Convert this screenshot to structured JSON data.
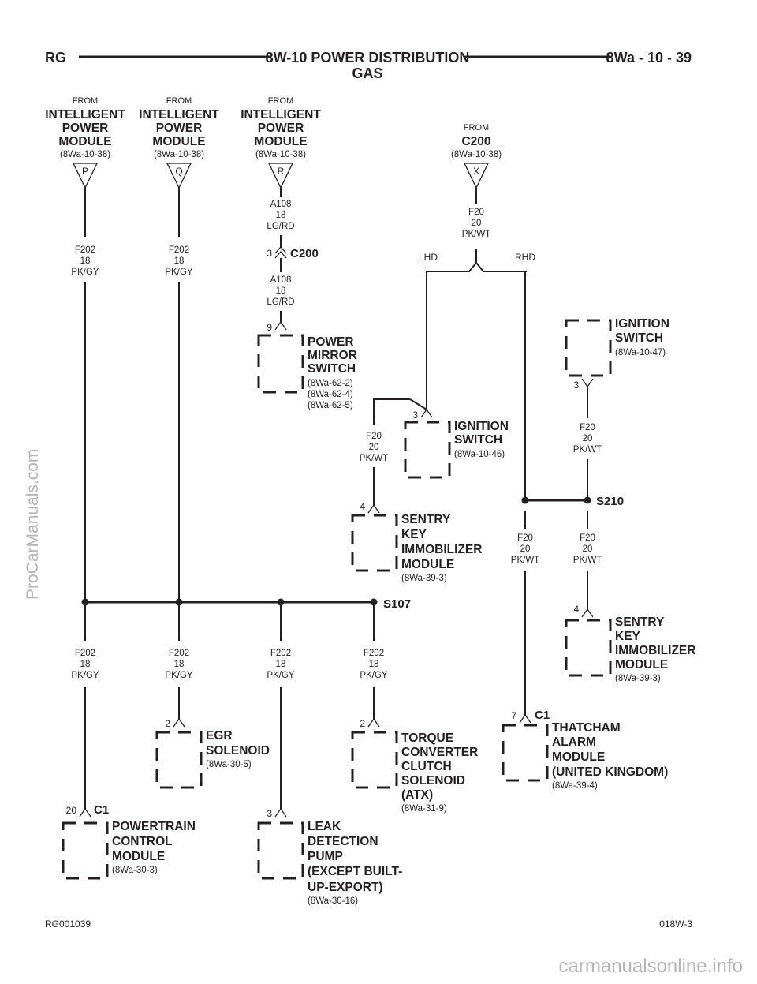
{
  "header": {
    "left": "RG",
    "title_line1": "8W-10 POWER DISTRIBUTION",
    "title_line2": "GAS",
    "right": "8Wa - 10 - 39"
  },
  "footer": {
    "left": "RG001039",
    "right": "018W-3"
  },
  "watermarks": {
    "side": "ProCarManuals.com",
    "bottom": "carmanualsonline.info"
  },
  "sources": [
    {
      "from": "FROM",
      "name": [
        "INTELLIGENT",
        "POWER",
        "MODULE"
      ],
      "ref": "(8Wa-10-38)",
      "pin": "P"
    },
    {
      "from": "FROM",
      "name": [
        "INTELLIGENT",
        "POWER",
        "MODULE"
      ],
      "ref": "(8Wa-10-38)",
      "pin": "Q"
    },
    {
      "from": "FROM",
      "name": [
        "INTELLIGENT",
        "POWER",
        "MODULE"
      ],
      "ref": "(8Wa-10-38)",
      "pin": "R"
    },
    {
      "from": "FROM",
      "name": [
        "C200"
      ],
      "ref": "(8Wa-10-38)",
      "pin": "X"
    }
  ],
  "wires": {
    "f202_p": [
      "F202",
      "18",
      "PK/GY"
    ],
    "f202_q": [
      "F202",
      "18",
      "PK/GY"
    ],
    "a108_top": [
      "A108",
      "18",
      "LG/RD"
    ],
    "a108_bot": [
      "A108",
      "18",
      "LG/RD"
    ],
    "f20_top": [
      "F20",
      "20",
      "PK/WT"
    ],
    "f20_lhd": [
      "F20",
      "20",
      "PK/WT"
    ],
    "f20_ign_right": [
      "F20",
      "20",
      "PK/WT"
    ],
    "f20_rhd": [
      "F20",
      "20",
      "PK/WT"
    ],
    "f20_s210": [
      "F20",
      "20",
      "PK/WT"
    ],
    "f202_b1": [
      "F202",
      "18",
      "PK/GY"
    ],
    "f202_b2": [
      "F202",
      "18",
      "PK/GY"
    ],
    "f202_b3": [
      "F202",
      "18",
      "PK/GY"
    ],
    "f202_b4": [
      "F202",
      "18",
      "PK/GY"
    ]
  },
  "connectors": {
    "c200_pin": "3",
    "c200": "C200",
    "lhd": "LHD",
    "rhd": "RHD"
  },
  "splices": {
    "s107": "S107",
    "s210": "S210"
  },
  "components": {
    "power_mirror_switch": {
      "pin": "9",
      "name": [
        "POWER",
        "MIRROR",
        "SWITCH"
      ],
      "refs": [
        "(8Wa-62-2)",
        "(8Wa-62-4)",
        "(8Wa-62-5)"
      ]
    },
    "ignition_switch_lhd": {
      "pin": "3",
      "name": [
        "IGNITION",
        "SWITCH"
      ],
      "refs": [
        "(8Wa-10-46)"
      ]
    },
    "ignition_switch_rhd": {
      "pin": "3",
      "name": [
        "IGNITION",
        "SWITCH"
      ],
      "refs": [
        "(8Wa-10-47)"
      ]
    },
    "sentry_key_lhd": {
      "pin": "4",
      "name": [
        "SENTRY",
        "KEY",
        "IMMOBILIZER",
        "MODULE"
      ],
      "refs": [
        "(8Wa-39-3)"
      ]
    },
    "sentry_key_rhd": {
      "pin": "4",
      "name": [
        "SENTRY",
        "KEY",
        "IMMOBILIZER",
        "MODULE"
      ],
      "refs": [
        "(8Wa-39-3)"
      ]
    },
    "egr_solenoid": {
      "pin": "2",
      "name": [
        "EGR",
        "SOLENOID"
      ],
      "refs": [
        "(8Wa-30-5)"
      ]
    },
    "torque_converter": {
      "pin": "2",
      "name": [
        "TORQUE",
        "CONVERTER",
        "CLUTCH",
        "SOLENOID",
        "(ATX)"
      ],
      "refs": [
        "(8Wa-31-9)"
      ]
    },
    "thatcham_alarm": {
      "pin": "7",
      "conn": "C1",
      "name": [
        "THATCHAM",
        "ALARM",
        "MODULE",
        "(UNITED KINGDOM)"
      ],
      "refs": [
        "(8Wa-39-4)"
      ]
    },
    "powertrain_control": {
      "pin": "20",
      "conn": "C1",
      "name": [
        "POWERTRAIN",
        "CONTROL",
        "MODULE"
      ],
      "refs": [
        "(8Wa-30-3)"
      ]
    },
    "leak_detection": {
      "pin": "3",
      "name": [
        "LEAK",
        "DETECTION",
        "PUMP",
        "(EXCEPT BUILT-",
        "UP-EXPORT)"
      ],
      "refs": [
        "(8Wa-30-16)"
      ]
    }
  }
}
